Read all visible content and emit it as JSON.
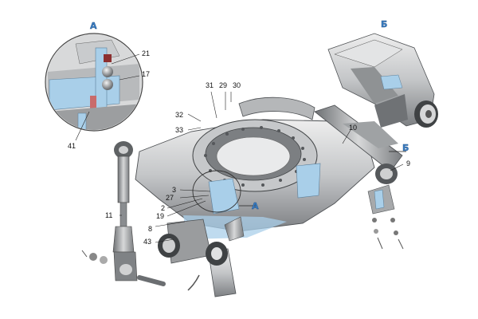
{
  "views": {
    "detail_a": "А",
    "detail_b": "Б",
    "section_a_marker": "А",
    "section_b_marker": "Б"
  },
  "callouts": {
    "c21": "21",
    "c17": "17",
    "c41": "41",
    "c31": "31",
    "c29": "29",
    "c30": "30",
    "c32": "32",
    "c33": "33",
    "c10": "10",
    "c9": "9",
    "c3": "3",
    "c27": "27",
    "c2": "2",
    "c19": "19",
    "c11": "11",
    "c8": "8",
    "c43": "43"
  },
  "colors": {
    "metal_light": "#d9dadb",
    "metal_mid": "#a7a9ab",
    "metal_dark": "#5f6264",
    "section_cut": "#a9cfe9",
    "label_blue": "#3b7fc4"
  }
}
